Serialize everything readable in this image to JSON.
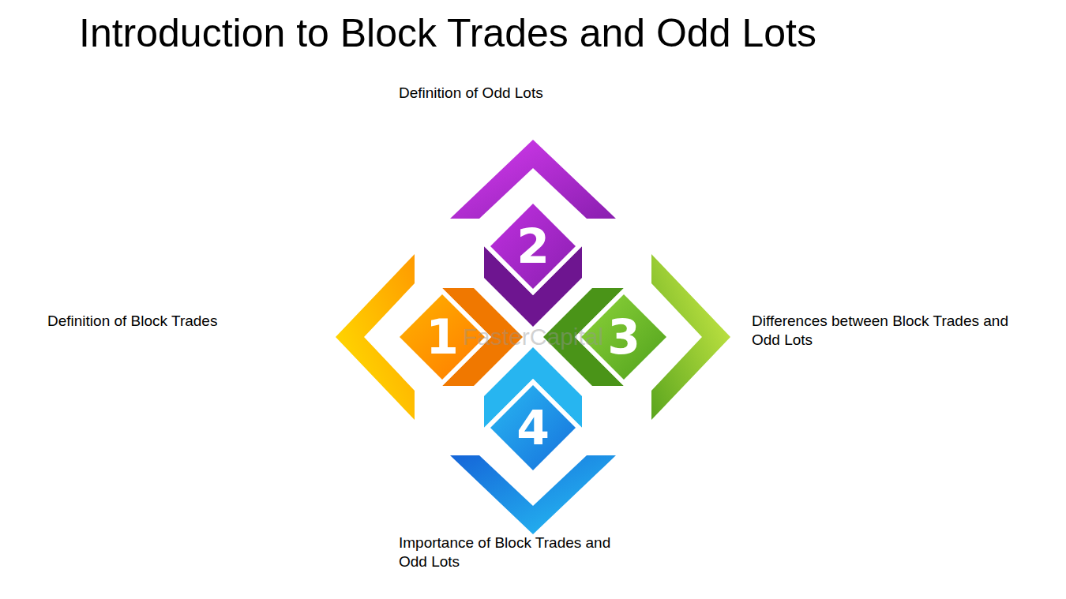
{
  "diagram": {
    "title": "Introduction to Block Trades and Odd Lots",
    "nodes": [
      {
        "text": [
          "1"
        ]
      },
      {
        "text": [
          "2"
        ]
      },
      {
        "text": [
          "3"
        ]
      },
      {
        "text": [
          "4"
        ]
      }
    ],
    "labels": [
      "Definition of Odd Lots",
      "Definition of Block Trades",
      "Differences between Block Trades and Odd Lots",
      "Importance of Block Trades and Odd Lots",
      "FasterCapital"
    ]
  }
}
